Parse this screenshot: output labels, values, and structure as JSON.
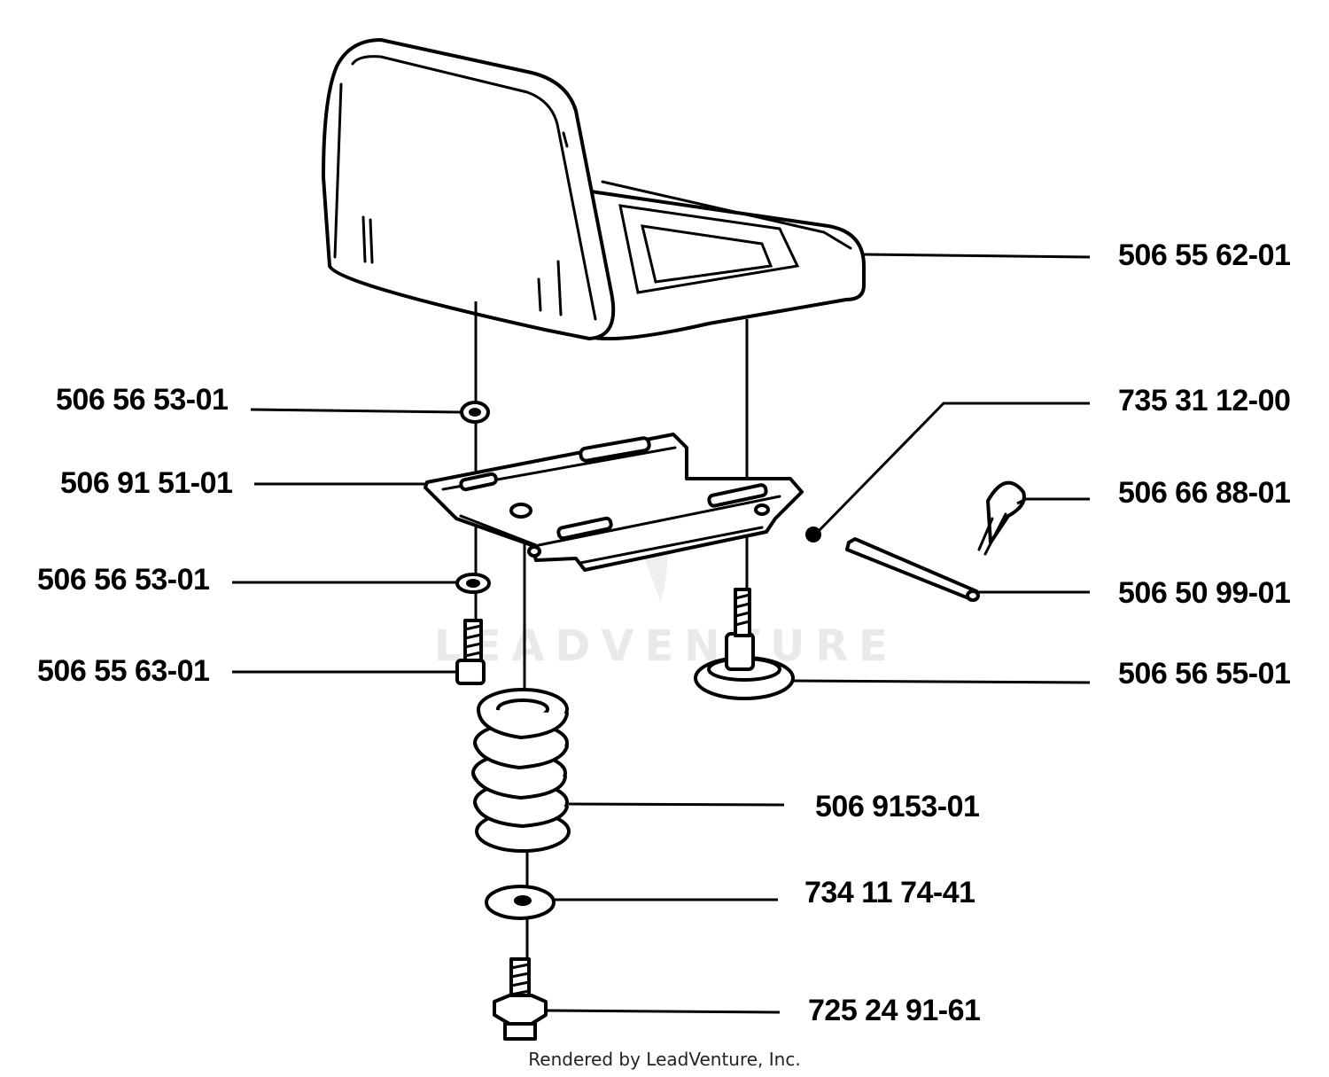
{
  "diagram": {
    "part_labels": [
      {
        "id": "seat",
        "number": "506 55 62-01"
      },
      {
        "id": "rubber-bushing-upper",
        "number": "506 56 53-01"
      },
      {
        "id": "seat-bracket",
        "number": "506 91 51-01"
      },
      {
        "id": "rubber-bushing-lower",
        "number": "506 56 53-01"
      },
      {
        "id": "bolt",
        "number": "506 55 63-01"
      },
      {
        "id": "clip",
        "number": "735 31 12-00"
      },
      {
        "id": "hair-pin",
        "number": "506 66 88-01"
      },
      {
        "id": "pin",
        "number": "506 50 99-01"
      },
      {
        "id": "adjusting-knob",
        "number": "506 56 55-01"
      },
      {
        "id": "spring",
        "number": "506 9153-01"
      },
      {
        "id": "washer",
        "number": "734 11 74-41"
      },
      {
        "id": "screw",
        "number": "725 24 91-61"
      }
    ],
    "watermark": "LEADVENTURE",
    "footer": "Rendered by LeadVenture, Inc."
  }
}
